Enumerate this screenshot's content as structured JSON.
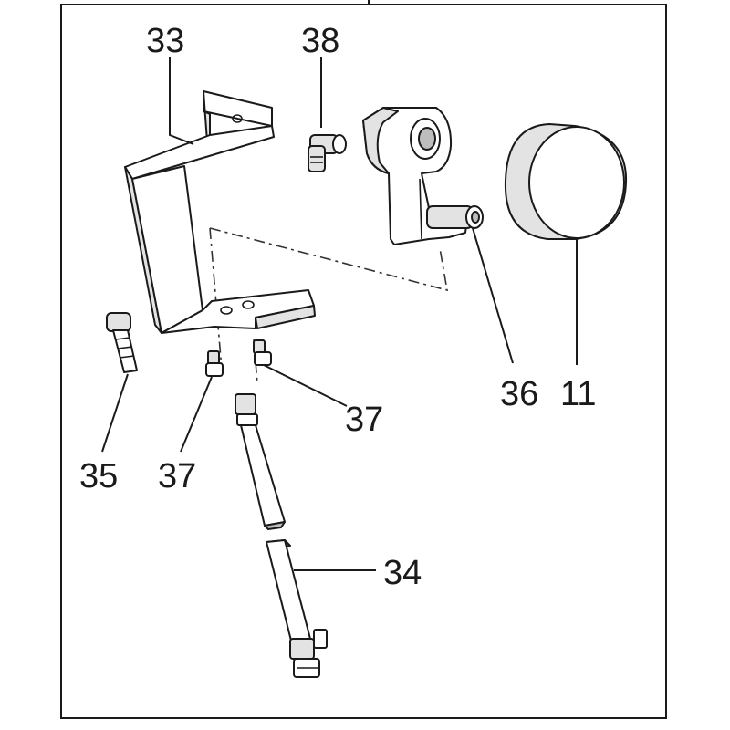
{
  "labels": {
    "l33": "33",
    "l38": "38",
    "l36": "36",
    "l11": "11",
    "l35": "35",
    "l37a": "37",
    "l37b": "37",
    "l34": "34"
  }
}
